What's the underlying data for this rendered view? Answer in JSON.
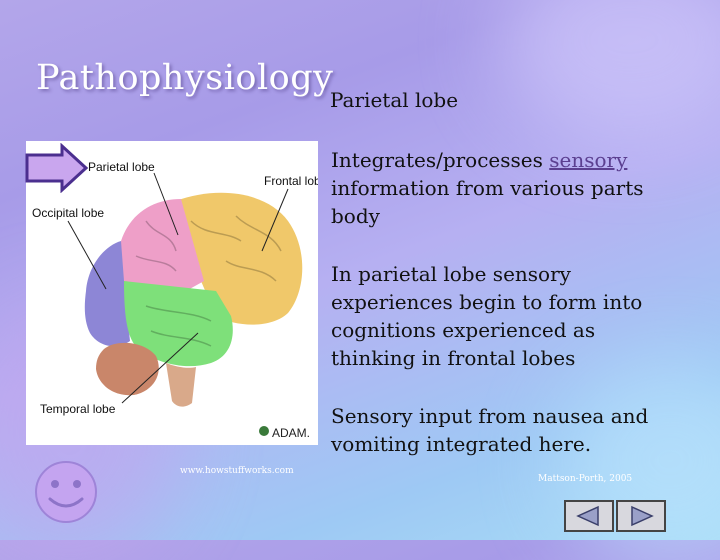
{
  "slide": {
    "title": "Pathophysiology",
    "subtitle": "Parietal lobe",
    "paragraph1": {
      "before_link": "Integrates/processes ",
      "link": "sensory",
      "after_link": " information from various parts body"
    },
    "paragraph2": "In  parietal lobe sensory experiences begin to form into cognitions experienced as thinking in frontal lobes",
    "paragraph3": "Sensory input from nausea and vomiting integrated here.",
    "credit_left": "www.howstuffworks.com",
    "credit_right": "Mattson-Porth, 2005"
  },
  "figure": {
    "labels": {
      "parietal": "Parietal lobe",
      "frontal": "Frontal lobe",
      "occipital": "Occipital lobe",
      "temporal": "Temporal lobe",
      "logo": "ADAM."
    },
    "colors": {
      "frontal": "#f0c86a",
      "parietal": "#ee9fc8",
      "occipital": "#8d86d6",
      "temporal": "#7ee07a",
      "cerebellum": "#c9866a",
      "stem": "#d9a98a"
    }
  },
  "nav": {
    "back_icon": "triangle-left",
    "forward_icon": "triangle-right"
  },
  "theme": {
    "title_color": "#ffffff",
    "text_color": "#111111",
    "link_color": "#5b3f90"
  }
}
